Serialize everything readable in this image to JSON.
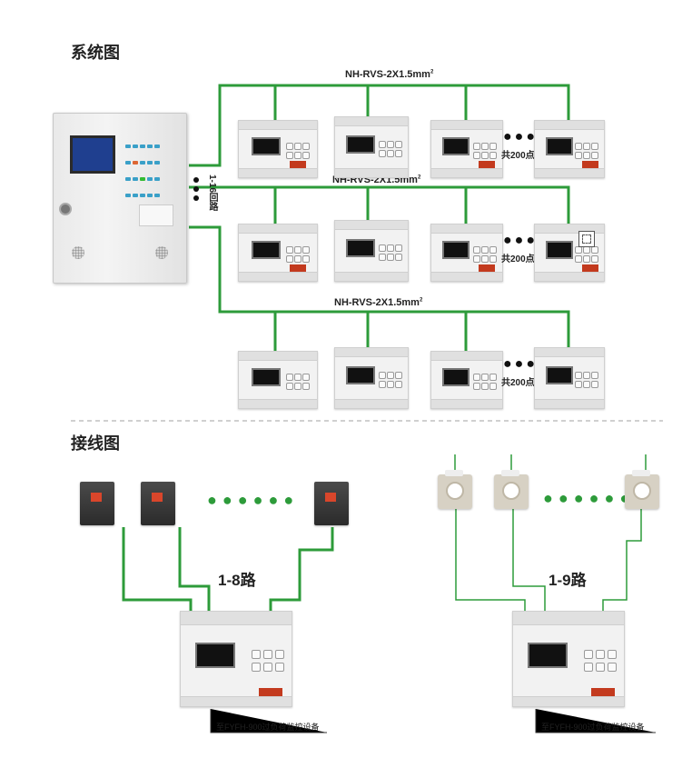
{
  "system": {
    "title": "系统图",
    "bus_label_text": "NH-RVS-2X1.5mm",
    "bus_label_sup": "2",
    "loop_label": "1-16回路",
    "count_label": "共200点"
  },
  "wiring": {
    "title": "接线图",
    "breaker_route": "1-8路",
    "ct_route": "1-9路",
    "destination": "至FYFH-900过负荷监控设备"
  },
  "colors": {
    "wire": "#2d9b3a",
    "terminal": "#c33a1e",
    "screen": "#1f3f8f",
    "divider": "#b5b5b5"
  },
  "icons": [
    "ellipsis-dots",
    "qr-scan-icon"
  ]
}
